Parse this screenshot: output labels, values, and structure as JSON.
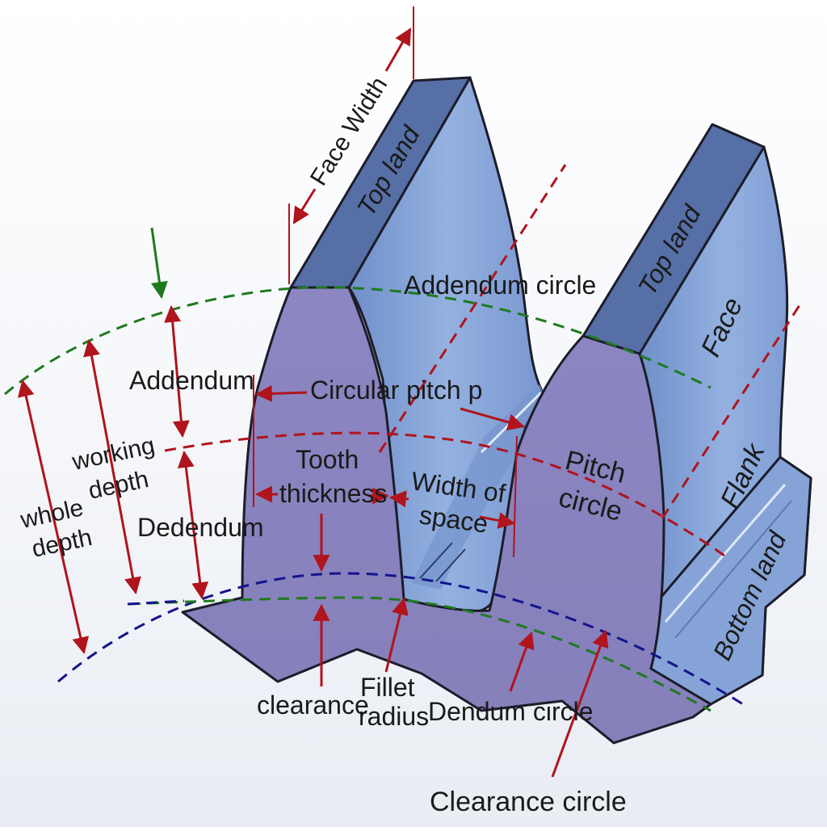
{
  "labels": {
    "face_width": "Face Width",
    "top_land_left": "Top land",
    "top_land_right": "Top land",
    "addendum_circle": "Addendum circle",
    "face": "Face",
    "flank": "Flank",
    "bottom_land": "Bottom land",
    "addendum": "Addendum",
    "working_depth_1": "working",
    "working_depth_2": "depth",
    "whole_depth_1": "whole",
    "whole_depth_2": "depth",
    "dedendum": "Dedendum",
    "circular_pitch": "Circular pitch p",
    "tooth_thickness_1": "Tooth",
    "tooth_thickness_2": "thickness",
    "width_of_space_1": "Width of",
    "width_of_space_2": "space",
    "pitch_circle_1": "Pitch",
    "pitch_circle_2": "circle",
    "clearance": "clearance",
    "fillet_radius_1": "Fillet",
    "fillet_radius_2": "radius",
    "dendum_circle": "Dendum circle",
    "clearance_circle": "Clearance circle"
  },
  "colors": {
    "tooth_front": "#8a84bf",
    "tooth_side": "#7f9fd4",
    "top_land": "#566fa6",
    "outline": "#1c1c2a",
    "dimension_arrow": "#b0141c",
    "addendum_circle": "#1f7a1f",
    "pitch_circle": "#b0141c",
    "clearance_circle": "#14148c"
  }
}
